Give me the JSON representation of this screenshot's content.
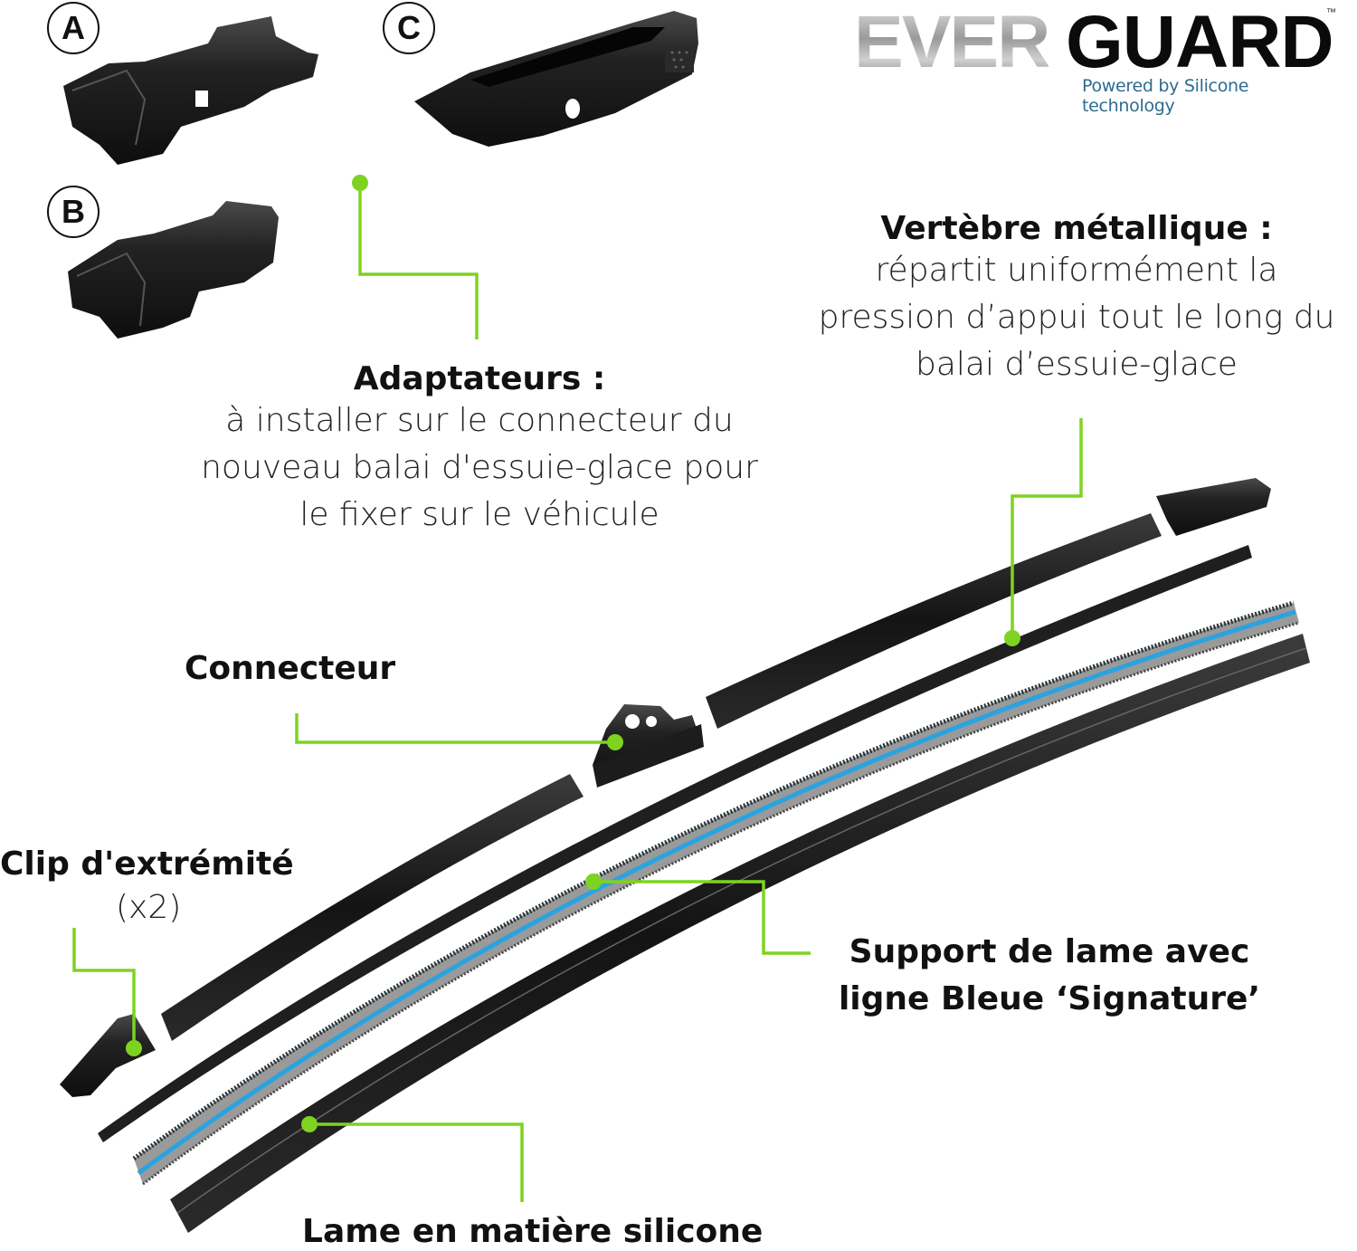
{
  "logo": {
    "part1": "EVER",
    "part2": "GUARD",
    "trademark": "™",
    "tagline": "Powered by Silicone technology",
    "tagline_color": "#2e6b8f"
  },
  "adapters": {
    "labels": [
      "A",
      "B",
      "C"
    ],
    "title": "Adaptateurs :",
    "description_lines": [
      "à installer sur le connecteur du",
      "nouveau balai d'essuie-glace pour",
      "le fixer sur le véhicule"
    ]
  },
  "vertebra": {
    "title": "Vertèbre métallique :",
    "description_lines": [
      "répartit uniformément la",
      "pression d’appui tout le long du",
      "balai d’essuie-glace"
    ]
  },
  "connector": {
    "title": "Connecteur"
  },
  "end_clip": {
    "title": "Clip d'extrémité",
    "quantity": "(x2)"
  },
  "blade_support": {
    "title_lines": [
      "Support de lame avec",
      "ligne Bleue ‘Signature’"
    ]
  },
  "silicone_blade": {
    "title": "Lame en matière silicone"
  },
  "colors": {
    "leader_line": "#7ed321",
    "part_dark": "#1e1e1e",
    "signature_blue": "#2aa3e0",
    "support_grey": "#9a9a9a"
  }
}
